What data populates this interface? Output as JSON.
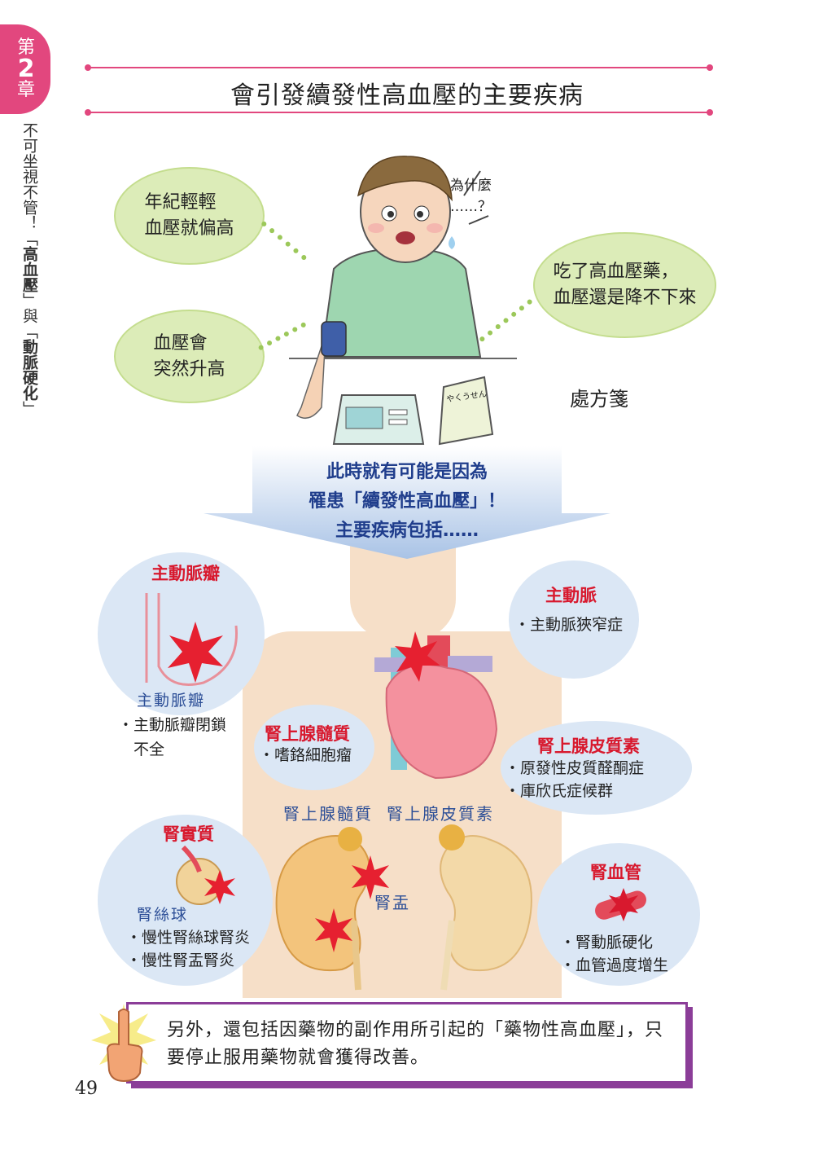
{
  "chapter": {
    "prefix": "第",
    "number": "2",
    "suffix": "章"
  },
  "side_title": {
    "part1": "不可坐視不管！「",
    "bold1": "高血壓",
    "part2": "」與「",
    "bold2": "動脈硬化",
    "part3": "」"
  },
  "page_title": "會引發續發性高血壓的主要疾病",
  "scene": {
    "bubbles": [
      "年紀輕輕\n血壓就偏高",
      "血壓會\n突然升高",
      "吃了高血壓藥，\n血壓還是降不下來"
    ],
    "speech": "為什麼\n……？",
    "prescription_label": "處方箋",
    "envelope_text": "やくうせん"
  },
  "banner": [
    "此時就有可能是因為",
    "罹患「續發性高血壓」！",
    "主要疾病包括……"
  ],
  "organs": {
    "aortic_valve": {
      "heading": "主動脈瓣",
      "label": "主動脈瓣",
      "items": [
        "・主動脈瓣閉鎖\n　不全"
      ]
    },
    "aorta": {
      "heading": "主動脈",
      "items": [
        "・主動脈狹窄症"
      ]
    },
    "adrenal_medulla": {
      "heading": "腎上腺髓質",
      "items": [
        "・嗜鉻細胞瘤"
      ]
    },
    "adrenal_cortex": {
      "heading": "腎上腺皮質素",
      "items": [
        "・原發性皮質醛酮症",
        "・庫欣氏症候群"
      ]
    },
    "renal_parenchyma": {
      "heading": "腎實質",
      "label": "腎絲球",
      "items": [
        "・慢性腎絲球腎炎",
        "・慢性腎盂腎炎"
      ]
    },
    "renal_vessel": {
      "heading": "腎血管",
      "items": [
        "・腎動脈硬化",
        "・血管過度增生"
      ]
    },
    "kidney_labels": {
      "medulla": "腎上腺髓質",
      "cortex": "腎上腺皮質素",
      "pelvis": "腎盂"
    }
  },
  "note": "另外，還包括因藥物的副作用所引起的「藥物性高血壓」，只要停止服用藥物就會獲得改善。",
  "page_number": "49",
  "colors": {
    "accent_pink": "#e2477e",
    "bubble_green": "#dcecb8",
    "bubble_blue": "#dbe7f5",
    "heading_red": "#d8192e",
    "label_blue": "#2d4f97",
    "note_border": "#8b3d98"
  }
}
